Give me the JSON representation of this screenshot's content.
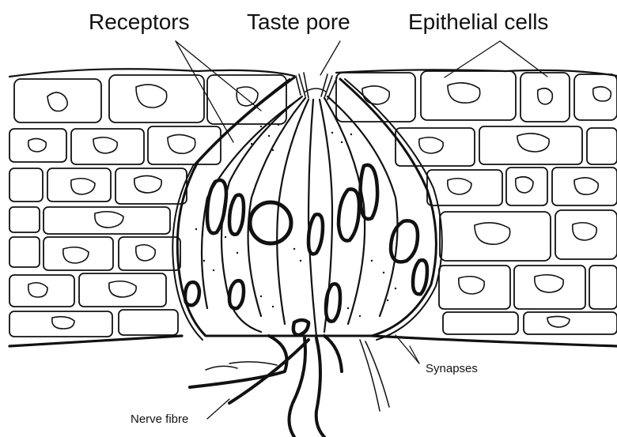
{
  "labels": {
    "receptors": "Receptors",
    "taste_pore": "Taste pore",
    "epithelial_cells": "Epithelial cells",
    "synapses": "Synapses",
    "nerve_fibre": "Nerve fibre"
  },
  "colors": {
    "ink": "#111111",
    "paper": "#ffffff"
  }
}
